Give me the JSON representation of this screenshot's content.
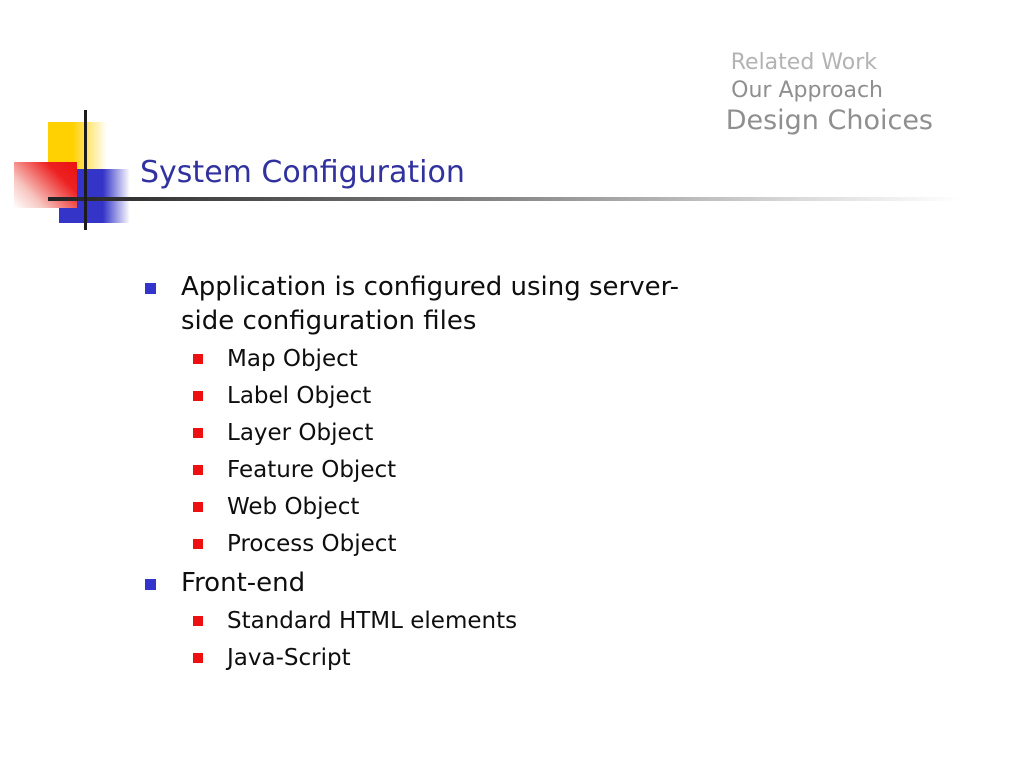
{
  "slide": {
    "background": "#ffffff"
  },
  "header_nav": {
    "items": [
      {
        "label": "Related Work",
        "color": "#b3b3b3"
      },
      {
        "label": "Our Approach",
        "color": "#8f8f8f"
      },
      {
        "label": "Design Choices",
        "color": "#8f8f8f"
      }
    ]
  },
  "title": {
    "text": "System Configuration",
    "color": "#31329E"
  },
  "bullets": [
    {
      "level": 1,
      "text": "Application is configured using server-side configuration files",
      "children": [
        "Map Object",
        "Label Object",
        "Layer Object",
        "Feature Object",
        "Web Object",
        "Process Object"
      ]
    },
    {
      "level": 1,
      "text": "Front-end",
      "children": [
        "Standard HTML elements",
        "Java-Script"
      ]
    }
  ],
  "decoration": {
    "yellow_square": "#FFD103",
    "red_square": "#EC1111",
    "blue_square": "#3434C8",
    "cross_line": "#1C1C1C",
    "underline_gradient_start": "#222222",
    "level1_bullet": "#3433CB",
    "level2_bullet": "#EE1010"
  }
}
